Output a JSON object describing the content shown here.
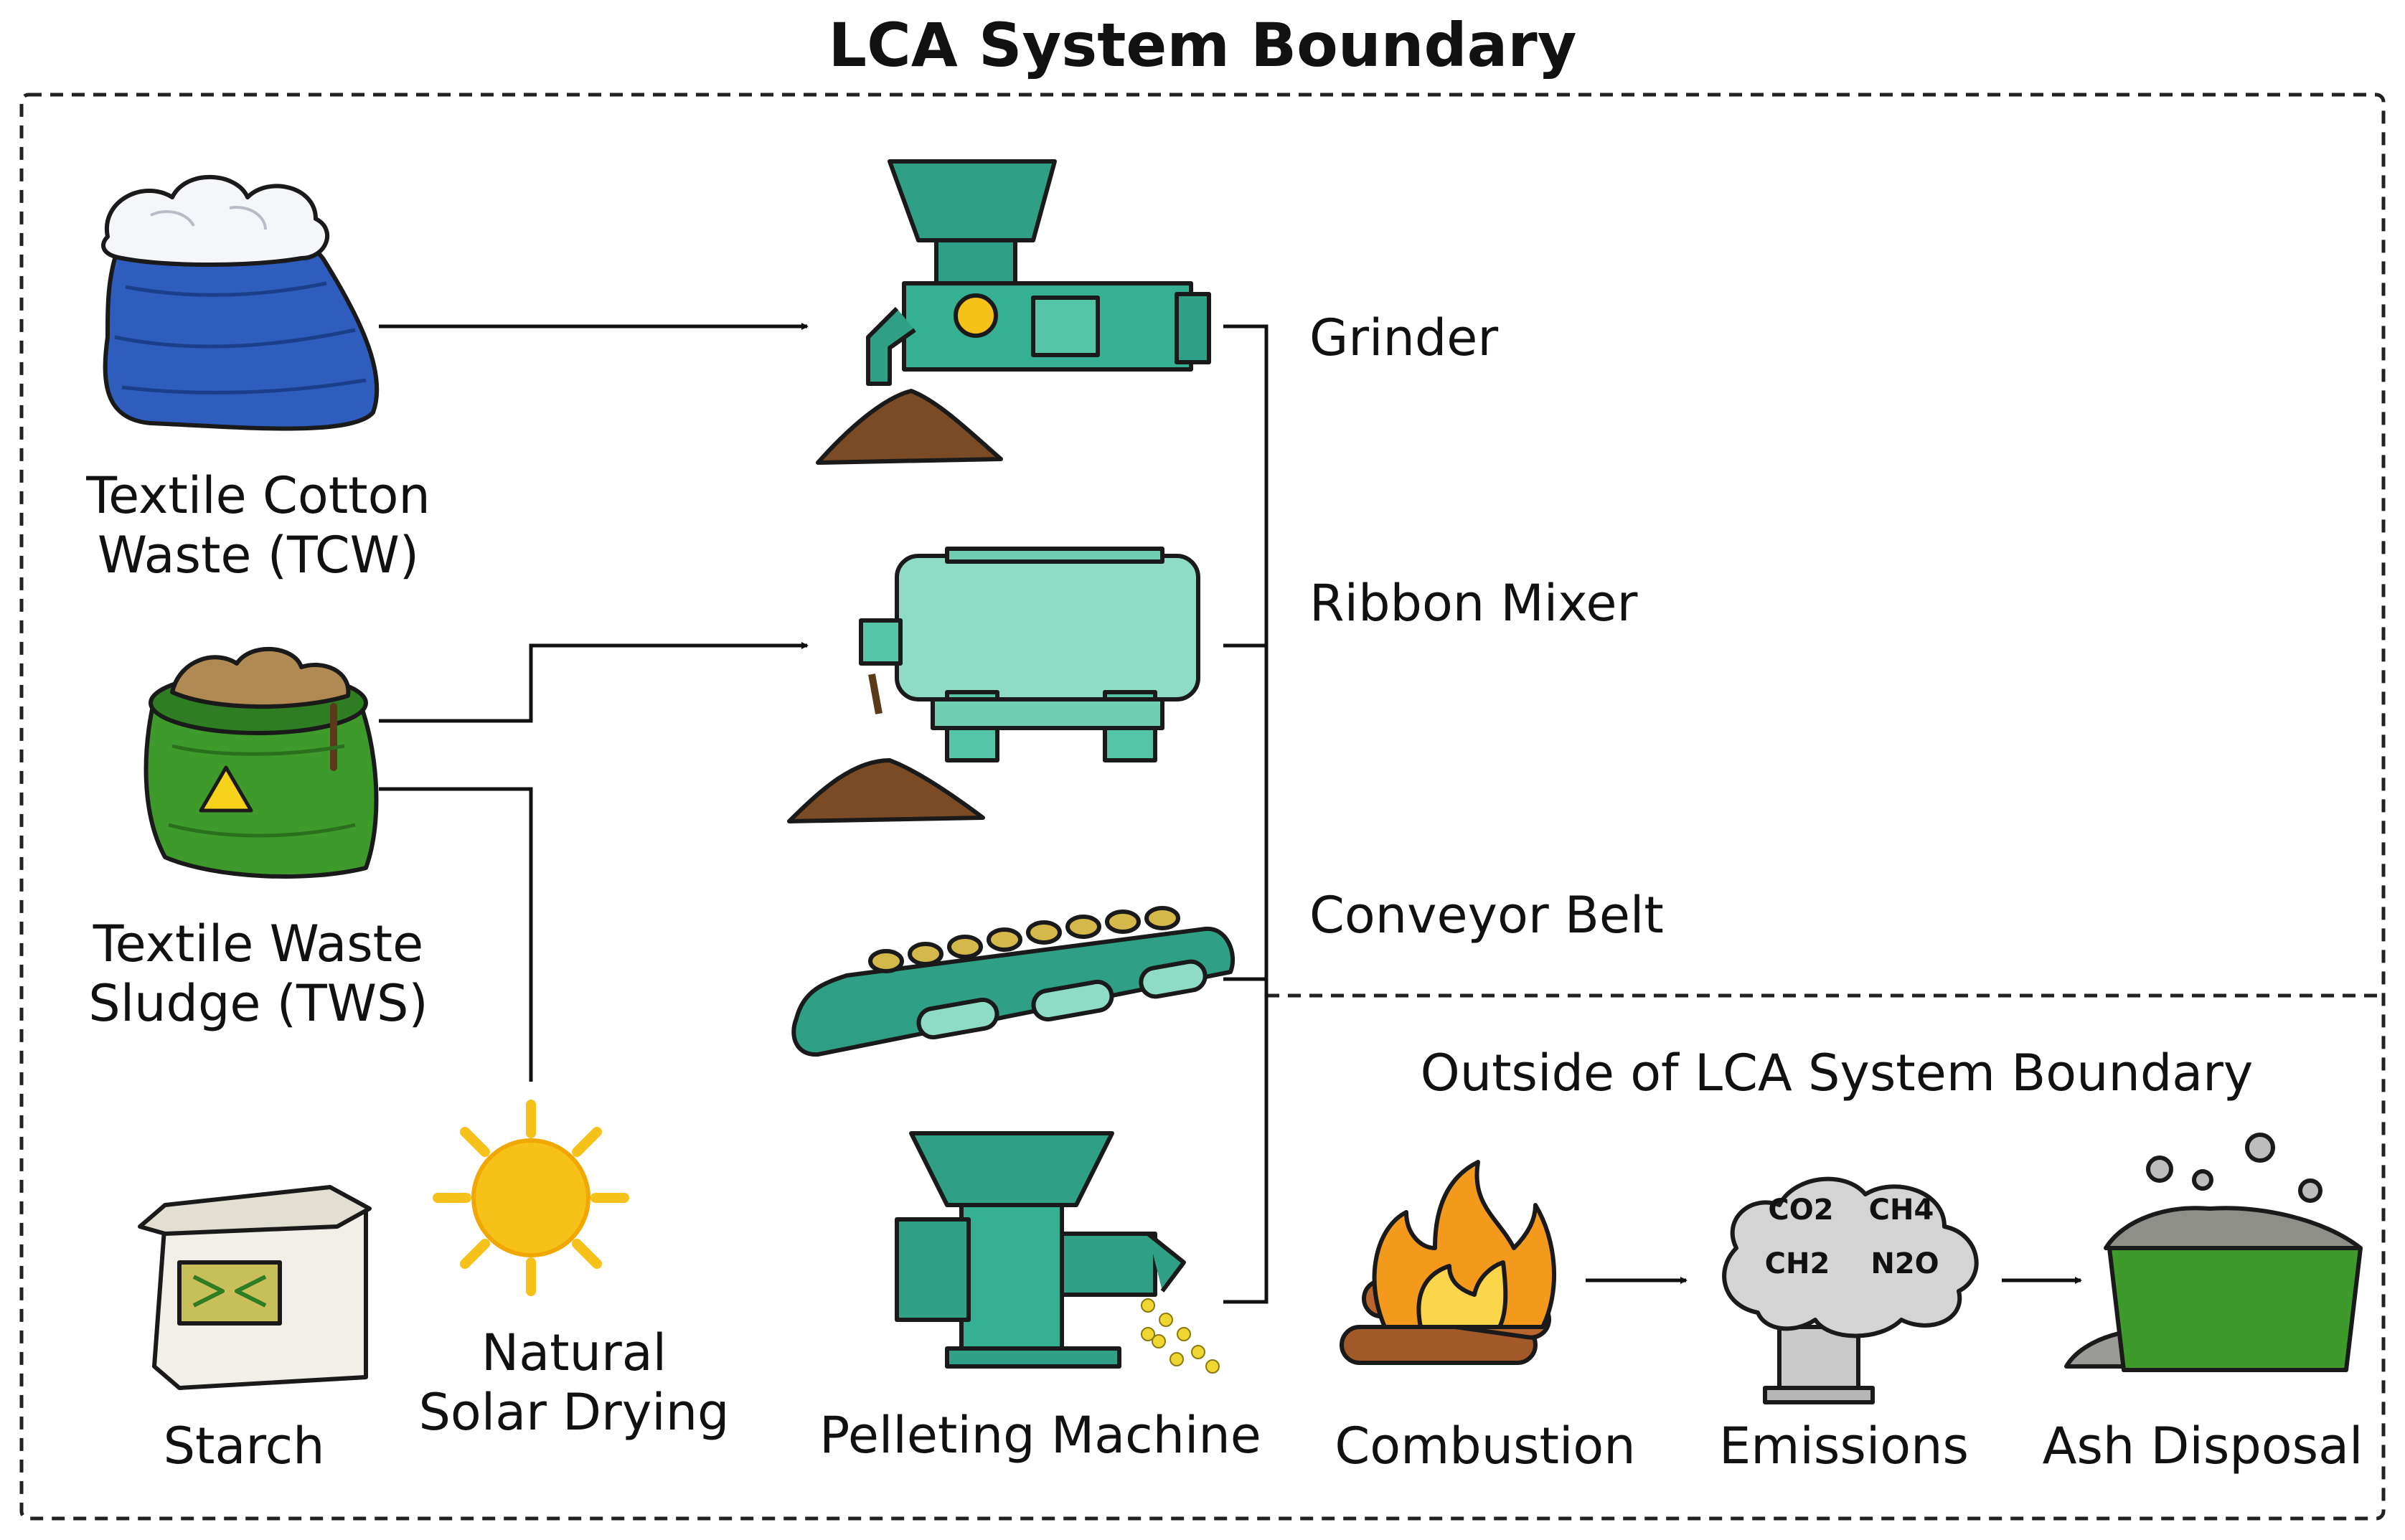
{
  "title": "LCA System Boundary",
  "outside_title": "Outside of LCA System Boundary",
  "inputs": {
    "tcw": [
      "Textile Cotton",
      "Waste (TCW)"
    ],
    "tws": [
      "Textile Waste",
      "Sludge (TWS)"
    ],
    "starch": "Starch",
    "solar": [
      "Natural",
      "Solar Drying"
    ]
  },
  "process": {
    "grinder": "Grinder",
    "mixer": "Ribbon Mixer",
    "conveyor": "Conveyor Belt",
    "pelleting": "Pelleting Machine"
  },
  "outside": {
    "combustion": "Combustion",
    "emissions": "Emissions",
    "ash": "Ash Disposal"
  },
  "gases": [
    "CO2",
    "CH4",
    "CH2",
    "N2O"
  ],
  "colors": {
    "machine_teal": "#2fa086",
    "bag_blue": "#2f5dbd",
    "bag_green": "#3f9a2c",
    "sun_yellow": "#f6c21a",
    "fire_orange": "#f39a1c",
    "soil_brown": "#7a4b24"
  }
}
